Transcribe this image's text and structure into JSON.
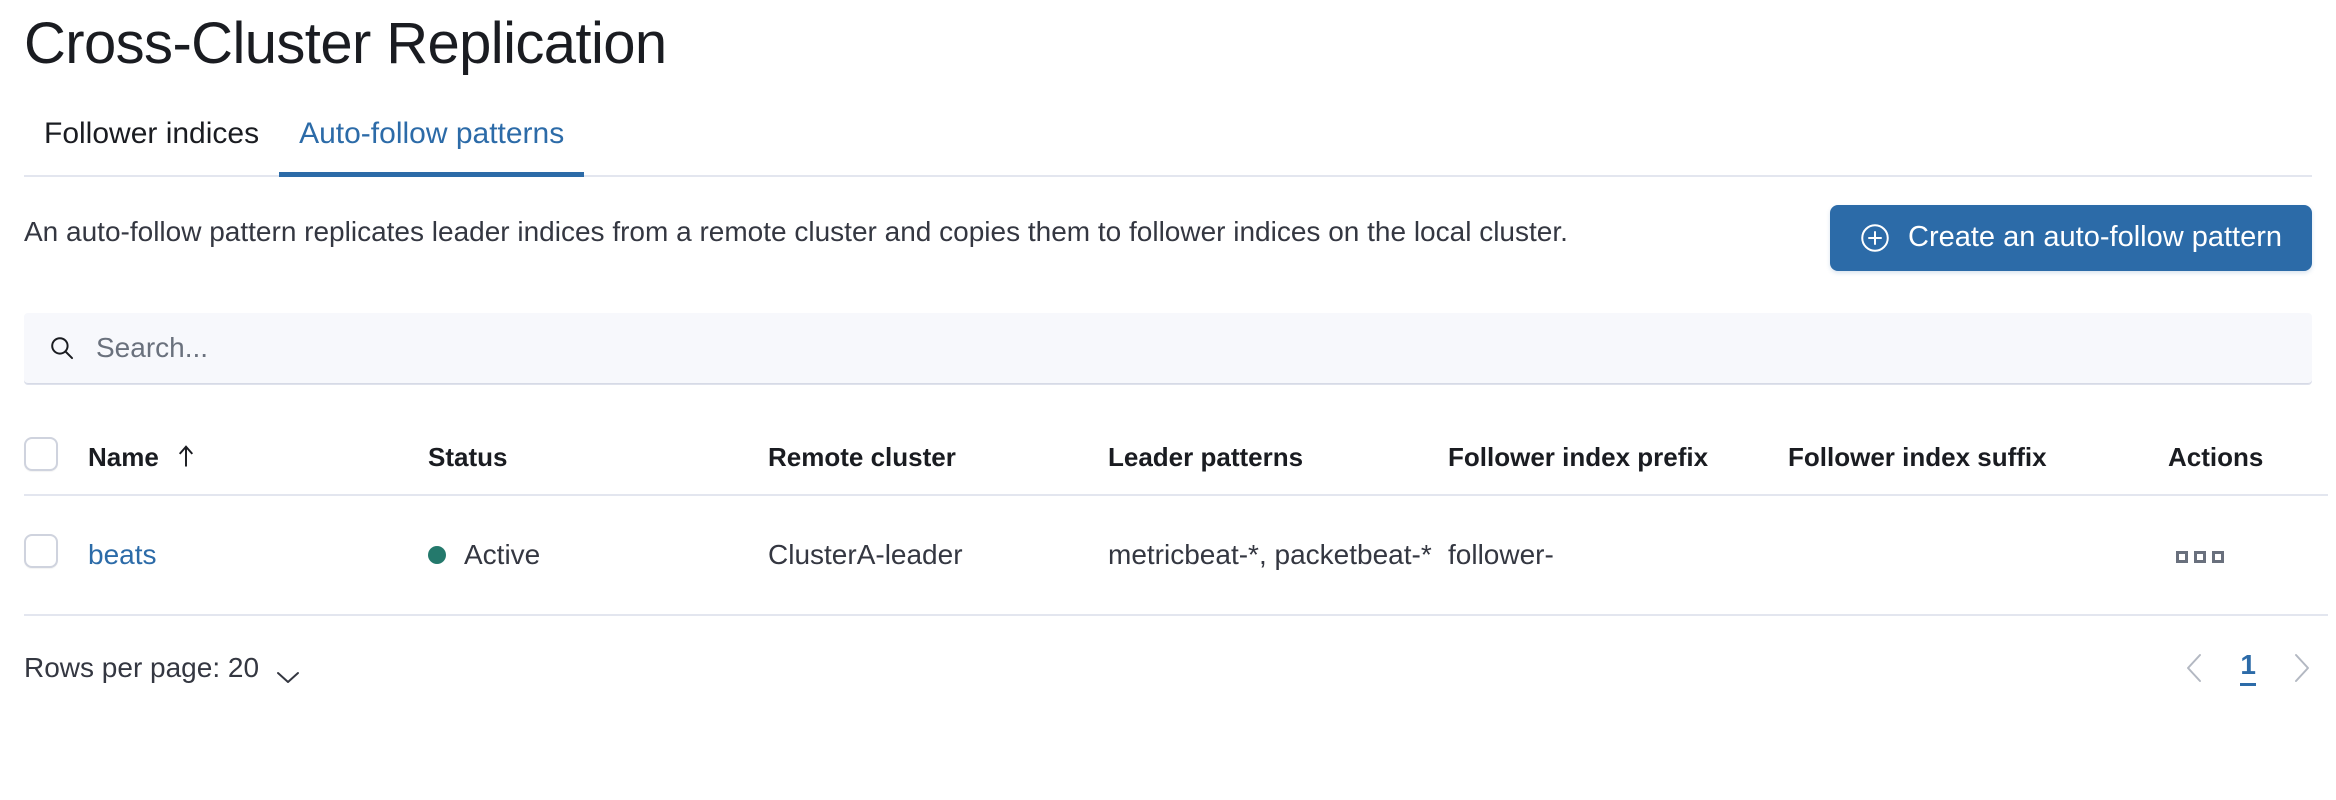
{
  "header": {
    "title": "Cross-Cluster Replication"
  },
  "tabs": [
    {
      "label": "Follower indices",
      "active": false,
      "name": "tab-follower-indices"
    },
    {
      "label": "Auto-follow patterns",
      "active": true,
      "name": "tab-auto-follow-patterns"
    }
  ],
  "intro": {
    "description": "An auto-follow pattern replicates leader indices from a remote cluster and copies them to follower indices on the local cluster.",
    "create_button_label": "Create an auto-follow pattern",
    "create_button_icon": "plus-in-circle-icon"
  },
  "search": {
    "placeholder": "Search...",
    "value": "",
    "icon": "search-icon"
  },
  "table": {
    "columns": [
      {
        "key": "checkbox",
        "label": ""
      },
      {
        "key": "name",
        "label": "Name",
        "sorted": "asc",
        "sort_icon": "sort-arrow-up-icon"
      },
      {
        "key": "status",
        "label": "Status"
      },
      {
        "key": "remote_cluster",
        "label": "Remote cluster"
      },
      {
        "key": "leader_patterns",
        "label": "Leader patterns"
      },
      {
        "key": "follower_index_prefix",
        "label": "Follower index prefix"
      },
      {
        "key": "follower_index_suffix",
        "label": "Follower index suffix"
      },
      {
        "key": "actions",
        "label": "Actions"
      }
    ],
    "rows": [
      {
        "selected": false,
        "name": "beats",
        "status": "Active",
        "status_color": "#24796c",
        "remote_cluster": "ClusterA-leader",
        "leader_patterns": "metricbeat-*, packetbeat-*",
        "follower_index_prefix": "follower-",
        "follower_index_suffix": "",
        "actions_icon": "more-actions-icon"
      }
    ]
  },
  "footer": {
    "rows_per_page_label": "Rows per page: 20",
    "rows_per_page_value": "20",
    "rows_per_page_icon": "chevron-down-icon",
    "pagination": {
      "previous_icon": "chevron-left-icon",
      "next_icon": "chevron-right-icon",
      "pages": [
        "1"
      ],
      "current_page": "1"
    }
  },
  "colors": {
    "accent_blue": "#2c6ba8",
    "status_green": "#24796c",
    "text_primary": "#343741",
    "border": "#e3e6ef",
    "search_bg": "#f7f8fc"
  }
}
